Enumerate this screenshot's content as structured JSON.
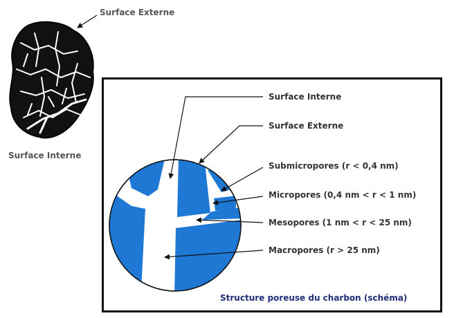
{
  "outer_labels": {
    "surface_externe": "Surface Externe",
    "surface_interne": "Surface Interne"
  },
  "callouts": [
    "Surface Interne",
    "Surface Externe",
    "Submicropores (r < 0,4 nm)",
    "Micropores (0,4 nm < r < 1 nm)",
    "Mesopores (1 nm < r < 25 nm)",
    "Macropores (r > 25 nm)"
  ],
  "caption": "Structure poreuse du charbon (schéma)",
  "colors": {
    "pore_blue": "#1f78d4",
    "caption_blue": "#1f2f7a",
    "frame": "#111111"
  }
}
